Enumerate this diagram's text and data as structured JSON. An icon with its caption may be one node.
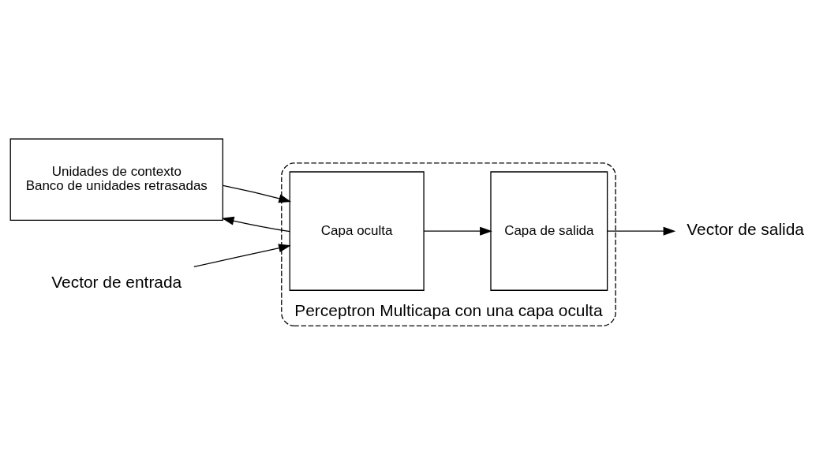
{
  "diagram": {
    "nodes": [
      {
        "text": [
          "Unidades de contexto",
          "Banco de unidades retrasadas"
        ]
      },
      {
        "text": [
          "Perceptron Multicapa con una capa oculta"
        ]
      },
      {
        "text": [
          "Capa oculta"
        ],
        "in": 1
      },
      {
        "text": [
          "Capa de salida"
        ],
        "in": 1
      },
      {
        "text": [
          "Vector de entrada"
        ]
      },
      {
        "text": [
          "Vector de salida"
        ]
      }
    ],
    "edges": [
      {
        "from": 0,
        "to": 2,
        "arrow": "to"
      },
      {
        "from": 4,
        "to": 2,
        "arrow": "to"
      },
      {
        "from": 2,
        "to": 3,
        "arrow": "to"
      },
      {
        "from": 2,
        "to": 0,
        "arrow": "to"
      },
      {
        "from": 3,
        "to": 5,
        "arrow": "to"
      }
    ]
  }
}
